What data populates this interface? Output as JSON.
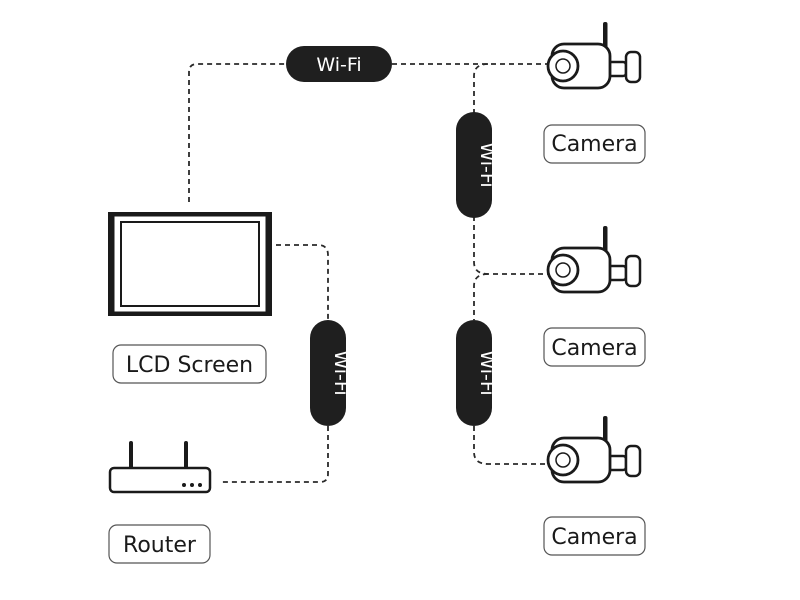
{
  "devices": {
    "lcd_screen_label": "LCD Screen",
    "router_label": "Router",
    "camera_1_label": "Camera",
    "camera_2_label": "Camera",
    "camera_3_label": "Camera"
  },
  "connections": {
    "top_link_label": "Wi-Fi",
    "lcd_router_link_label": "Wi-Fi",
    "camera_1_2_link_label": "Wi-Fi",
    "camera_2_3_link_label": "Wi-Fi"
  },
  "icons": {
    "lcd": "monitor-icon",
    "router": "router-icon",
    "camera": "security-camera-icon"
  }
}
